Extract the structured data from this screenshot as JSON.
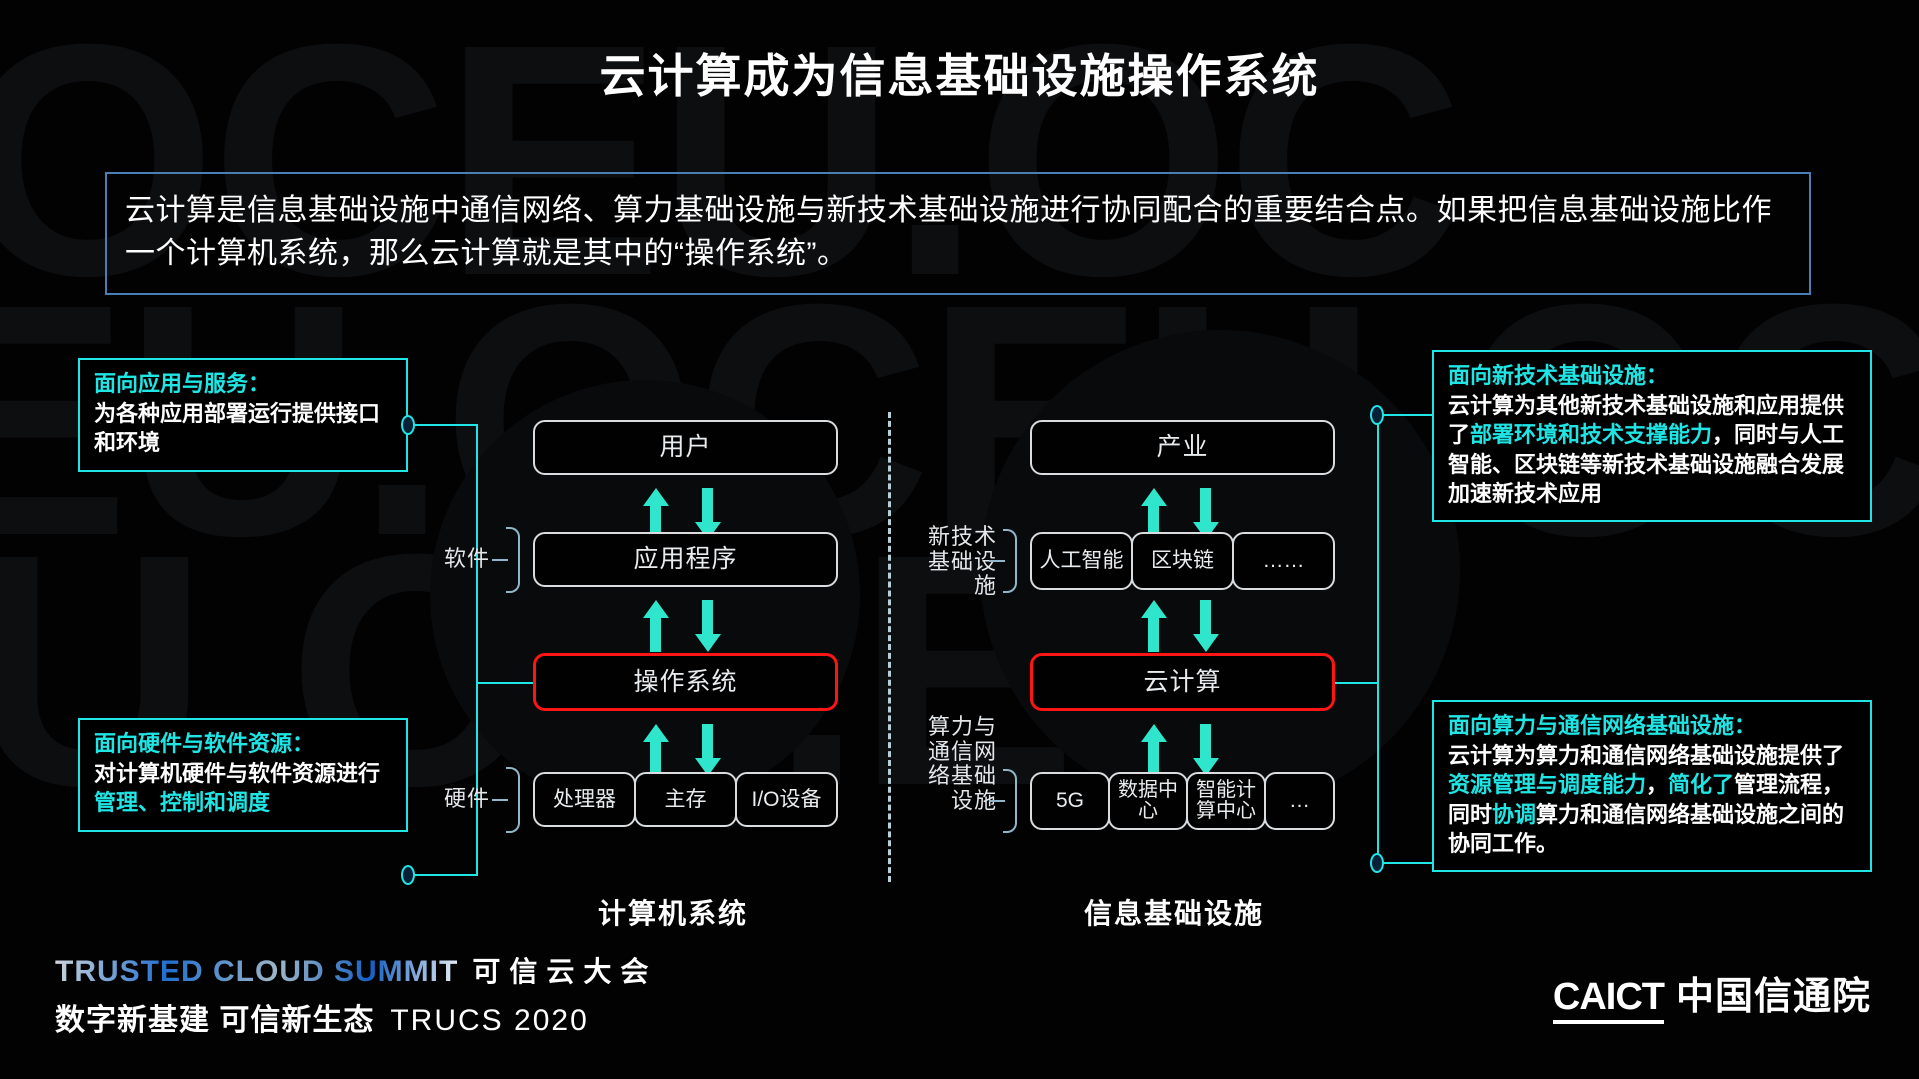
{
  "slide": {
    "title": "云计算成为信息基础设施操作系统",
    "lead_paragraph": "云计算是信息基础设施中通信网络、算力基础设施与新技术基础设施进行协同配合的重要结合点。如果把信息基础设施比作一个计算机系统，那么云计算就是其中的“操作系统”。",
    "background_ghost_text": [
      "OCEU.OC",
      "EU.OCEU.OC",
      "U.OC.EU"
    ]
  },
  "colors": {
    "accent_cyan": "#1fe5e5",
    "arrow_teal": "#2fe6cd",
    "highlight_red": "#fb1515",
    "lead_border_blue": "#4a7fb5",
    "box_border_gray": "#d9dde0",
    "divider_gray": "#b9cfd8",
    "background": "#020203"
  },
  "callouts": {
    "application_service": {
      "heading": "面向应用与服务：",
      "body_parts": [
        {
          "text": "为各种应用部署运行提供接口和环境",
          "highlight": false
        }
      ]
    },
    "hardware_software": {
      "heading": "面向硬件与软件资源：",
      "body_parts": [
        {
          "text": "对计算机硬件与软件资源进行",
          "highlight": false
        },
        {
          "text": "管理、控制和调度",
          "highlight": true
        }
      ]
    },
    "new_tech_infra": {
      "heading": "面向新技术基础设施：",
      "body_parts": [
        {
          "text": "云计算为其他新技术基础设施和应用提供了",
          "highlight": false
        },
        {
          "text": "部署环境和技术支撑能力",
          "highlight": true
        },
        {
          "text": "，同时与人工智能、区块链等新技术基础设施融合发展加速新技术应用",
          "highlight": false
        }
      ]
    },
    "compute_network_infra": {
      "heading": "面向算力与通信网络基础设施：",
      "body_parts": [
        {
          "text": "云计算为算力和通信网络基础设施提供了",
          "highlight": false
        },
        {
          "text": "资源管理与调度能力",
          "highlight": true
        },
        {
          "text": "，",
          "highlight": false
        },
        {
          "text": "简化了",
          "highlight": true
        },
        {
          "text": "管理流程，同时",
          "highlight": false
        },
        {
          "text": "协调",
          "highlight": true
        },
        {
          "text": "算力和通信网络基础设施之间的协同工作。",
          "highlight": false
        }
      ]
    }
  },
  "diagram": {
    "left_column": {
      "caption": "计算机系统",
      "layers": [
        {
          "label": "用户",
          "style": "normal"
        },
        {
          "label": "应用程序",
          "style": "normal"
        },
        {
          "label": "操作系统",
          "style": "highlighted-red"
        }
      ],
      "hardware_items": [
        "处理器",
        "主存",
        "I/O设备"
      ],
      "side_labels": [
        {
          "label": "软件",
          "lines": [
            "软件"
          ]
        },
        {
          "label": "硬件",
          "lines": [
            "硬件"
          ]
        }
      ]
    },
    "right_column": {
      "caption": "信息基础设施",
      "layers": [
        {
          "label": "产业",
          "style": "normal"
        },
        {
          "label": "云计算",
          "style": "highlighted-red"
        }
      ],
      "new_tech_items": [
        "人工智能",
        "区块链",
        "……"
      ],
      "infra_items": [
        "5G",
        "数据中心",
        "智能计算中心",
        "…"
      ],
      "side_labels": [
        {
          "label": "新技术基础设施",
          "lines": [
            "新技术",
            "基础设",
            "施"
          ]
        },
        {
          "label": "算力与通信网络基础设施",
          "lines": [
            "算力与",
            "通信网",
            "络基础",
            "设施"
          ]
        }
      ]
    }
  },
  "footer": {
    "summit_en": "TRUSTED CLOUD SUMMIT",
    "summit_cn": "可信云大会",
    "tagline_cn": "数字新基建 可信新生态",
    "tagline_en": "TRUCS 2020",
    "logo_abbr": "CAICT",
    "logo_cn": "中国信通院"
  }
}
